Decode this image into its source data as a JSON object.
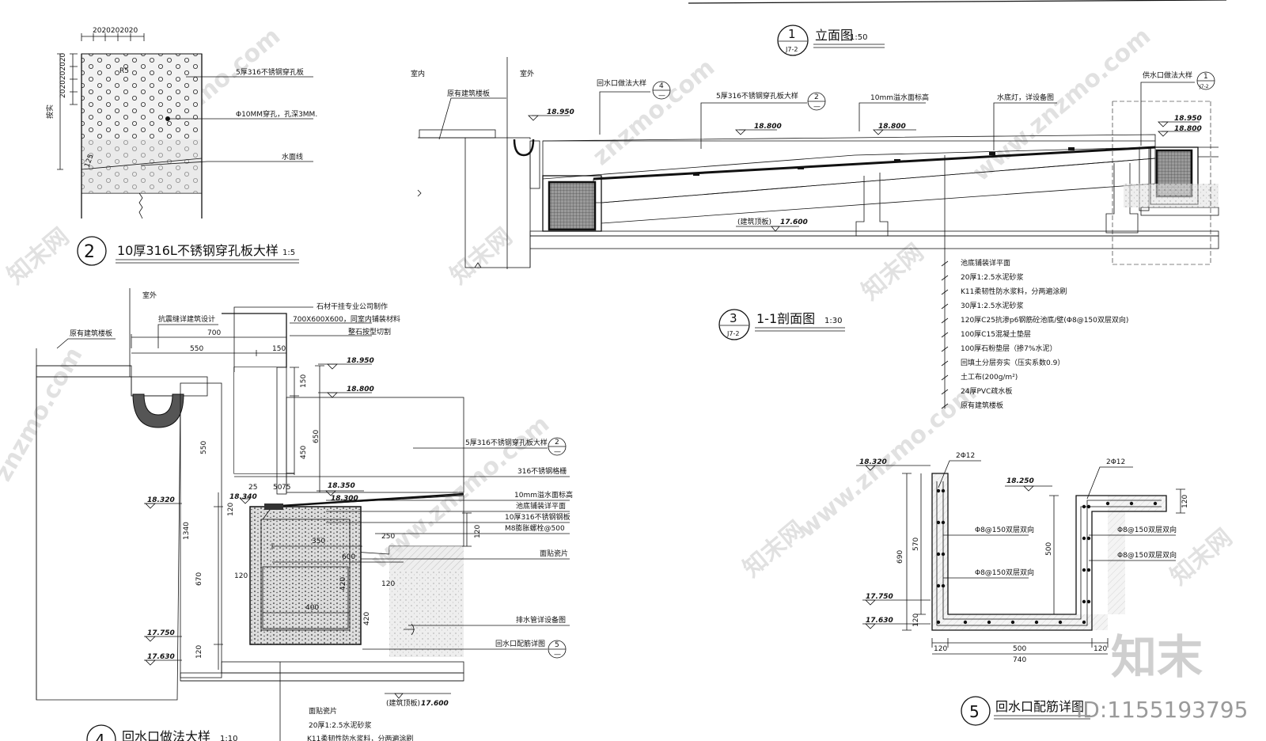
{
  "colors": {
    "line": "#111111",
    "concrete": "#d8d8d8",
    "water": "#eeeeee",
    "background": "#ffffff"
  },
  "detail2": {
    "title": "10厚316L不锈钢穿孔板大样",
    "scale": "1:5",
    "number": "2",
    "top_dims": "2020202020",
    "side_dims": "2020202020",
    "side_label": "按实",
    "radius_label": "R5",
    "dim_125": "125",
    "notes": [
      "5厚316不锈钢穿孔板",
      "Φ10MM穿孔，孔深3MM.",
      "水面线"
    ]
  },
  "elevation": {
    "number": "1",
    "sheet": "J7-2",
    "title": "立面图",
    "scale": "1:50"
  },
  "section": {
    "number": "3",
    "sheet": "J7-2",
    "title": "1-1剖面图",
    "scale": "1:30",
    "label_indoor": "室内",
    "label_outdoor": "室外",
    "label_existing_slab": "原有建筑楼板",
    "callout_return": "回水口做法大样",
    "callout_return_num": "4",
    "callout_plate": "5厚316不锈钢穿孔板大样",
    "callout_plate_num": "2",
    "label_water_level": "10mm溢水面标高",
    "label_lamp": "水底灯，详设备图",
    "callout_supply": "供水口做法大样",
    "callout_supply_num": "1",
    "callout_supply_sheet": "J7-2",
    "callout_sheet": "—",
    "elevations": {
      "e18950_left": "18.950",
      "e18800_a": "18.800",
      "e18800_b": "18.800",
      "e18950_right": "18.950",
      "e18800_right": "18.800",
      "roof": "(建筑顶板)",
      "e17600": "17.600"
    },
    "layers": [
      "池底铺装详平面",
      "20厚1:2.5水泥砂浆",
      "K11柔韧性防水浆料，分两遍涂刷",
      "30厚1:2.5水泥砂浆",
      "120厚C25抗渗p6钢筋砼池底/壁(Φ8@150双层双向)",
      "100厚C15混凝土垫层",
      "100厚石粉垫层（掺7%水泥）",
      "回填土分层夯实（压实系数0.9）",
      "土工布(200g/m²)",
      "24厚PVC疏水板",
      "原有建筑楼板"
    ]
  },
  "detail4": {
    "number": "4",
    "title": "回水口做法大样",
    "scale": "1:10",
    "label_outdoor": "室外",
    "label_existing_slab": "原有建筑楼板",
    "label_seismic": "抗震缝详建筑设计",
    "label_stone_company": "石材干挂专业公司制作",
    "label_tile_size": "700X600X600，同室内铺装材料",
    "label_cut": "整石按型切割",
    "dim_700": "700",
    "dim_550": "550",
    "dim_150": "150",
    "dim_150v": "150",
    "dim_550v": "550",
    "dim_650": "650",
    "dim_450": "450",
    "dim_25": "25",
    "dim_50": "50",
    "dim_75": "75",
    "dim_1340": "1340",
    "dim_120a": "120",
    "dim_670": "670",
    "dim_120b": "120",
    "dim_350": "350",
    "dim_600": "600",
    "dim_250": "250",
    "dim_400": "400",
    "dim_120c": "120",
    "dim_120d": "120",
    "dim_420a": "420",
    "dim_420b": "420",
    "dim_120e": "120",
    "elevations": {
      "e18950": "18.950",
      "e18800": "18.800",
      "e18350": "18.350",
      "e18340": "18.340",
      "e18300": "18.300",
      "e18320": "18.320",
      "e17750": "17.750",
      "e17630": "17.630",
      "roof": "(建筑顶板)",
      "e17600": "17.600"
    },
    "callout_plate": "5厚316不锈钢穿孔板大样",
    "callout_plate_num": "2",
    "callout_sheet": "—",
    "notes": [
      "316不锈钢格栅",
      "10mm溢水面标高",
      "池底铺装详平面",
      "10厚316不锈钢钢板",
      "M8膨胀螺栓@500",
      "面贴瓷片",
      "排水管详设备图"
    ],
    "callout_rebar": "回水口配筋详图",
    "callout_rebar_num": "5",
    "bottom_notes": [
      "面贴瓷片",
      "20厚1:2.5水泥砂浆",
      "K11柔韧性防水浆料，分两遍涂刷"
    ]
  },
  "detail5": {
    "number": "5",
    "title": "回水口配筋详图",
    "rebar_left": "2Φ12",
    "rebar_right": "2Φ12",
    "elevations": {
      "e18320": "18.320",
      "e18250": "18.250",
      "e17750": "17.750",
      "e17630": "17.630"
    },
    "dim_690": "690",
    "dim_570": "570",
    "dim_120a": "120",
    "dim_500v": "500",
    "dim_120r": "120",
    "dim_120b1": "120",
    "dim_500": "500",
    "dim_120b2": "120",
    "dim_740": "740",
    "rebar_notes": [
      "Φ8@150双层双向",
      "Φ8@150双层双向",
      "Φ8@150双层双向",
      "Φ8@150双层双向"
    ]
  },
  "watermark": {
    "site": "znzmo.com",
    "site_url": "www.znzmo.com",
    "cn": "知末网",
    "brand": "知末",
    "id_text": "ID:1155193795"
  }
}
